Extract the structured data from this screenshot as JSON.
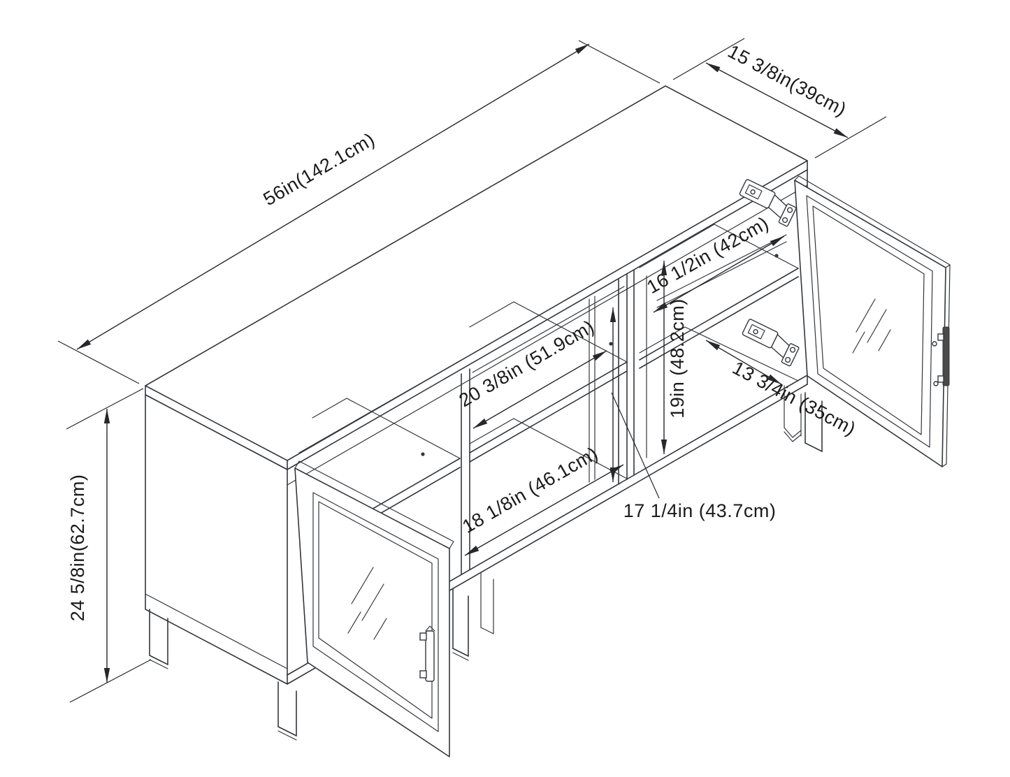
{
  "title": "TV stand assembly dimension diagram",
  "drawing": {
    "type": "isometric technical line drawing",
    "subject": "TV media console with two open glass doors, center open shelves and legs",
    "units": "inches and centimeters"
  },
  "colors": {
    "background": "#ffffff",
    "line": "#33373b",
    "dimension_line": "#26282b",
    "text": "#1b1b1b",
    "handle_fill": "#4a4a4a"
  },
  "dimensions": {
    "overall_width": {
      "label": "56in(142.1cm)"
    },
    "overall_depth": {
      "label": "15 3/8in(39cm)"
    },
    "overall_height": {
      "label": "24 5/8in(62.7cm)"
    },
    "right_opening_width": {
      "label": "16 1/2in (42cm)"
    },
    "right_opening_height": {
      "label": "19in (48.2cm)"
    },
    "middle_opening_width": {
      "label": "20 3/8in (51.9cm)"
    },
    "shelf_depth": {
      "label": "13 3/4in (35cm)"
    },
    "bottom_opening_width": {
      "label": "18 1/8in (46.1cm)"
    },
    "middle_opening_height": {
      "label": "17 1/4in (43.7cm)"
    }
  }
}
